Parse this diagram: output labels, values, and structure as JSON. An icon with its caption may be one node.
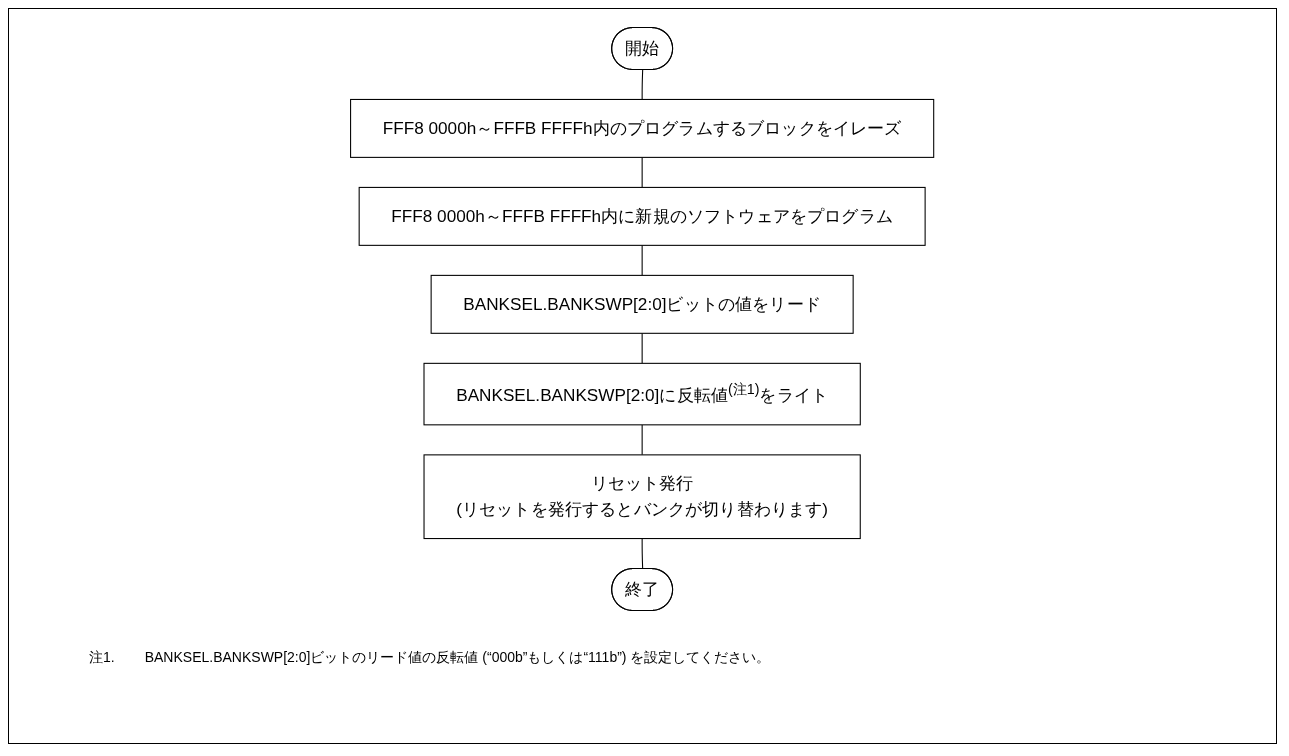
{
  "diagram": {
    "nodes": [
      {
        "text": [
          "開始"
        ]
      },
      {
        "text": [
          "FFF8 0000h～FFFB FFFFh内のプログラムするブロックをイレーズ"
        ]
      },
      {
        "text": [
          "FFF8 0000h～FFFB FFFFh内に新規のソフトウェアをプログラム"
        ]
      },
      {
        "text": [
          "BANKSEL.BANKSWP[2:0]ビットの値をリード"
        ]
      },
      {
        "text": [
          "BANKSEL.BANKSWP[2:0]に反転値$^{(注1)}$をライト"
        ]
      },
      {
        "text": [
          "リセット発行",
          "(リセットを発行するとバンクが切り替わります)"
        ]
      },
      {
        "text": [
          "終了"
        ]
      }
    ],
    "edges": [
      {
        "from": 0,
        "to": 1,
        "arrow": "none"
      },
      {
        "from": 1,
        "to": 2,
        "arrow": "none"
      },
      {
        "from": 2,
        "to": 3,
        "arrow": "none"
      },
      {
        "from": 3,
        "to": 4,
        "arrow": "none"
      },
      {
        "from": 4,
        "to": 5,
        "arrow": "none"
      },
      {
        "from": 5,
        "to": 6,
        "arrow": "none"
      }
    ],
    "labels": [
      "注1.",
      "BANKSEL.BANKSWP[2:0]ビットのリード値の反転値 (“000b”もしくは“111b”) を設定してください。"
    ]
  }
}
